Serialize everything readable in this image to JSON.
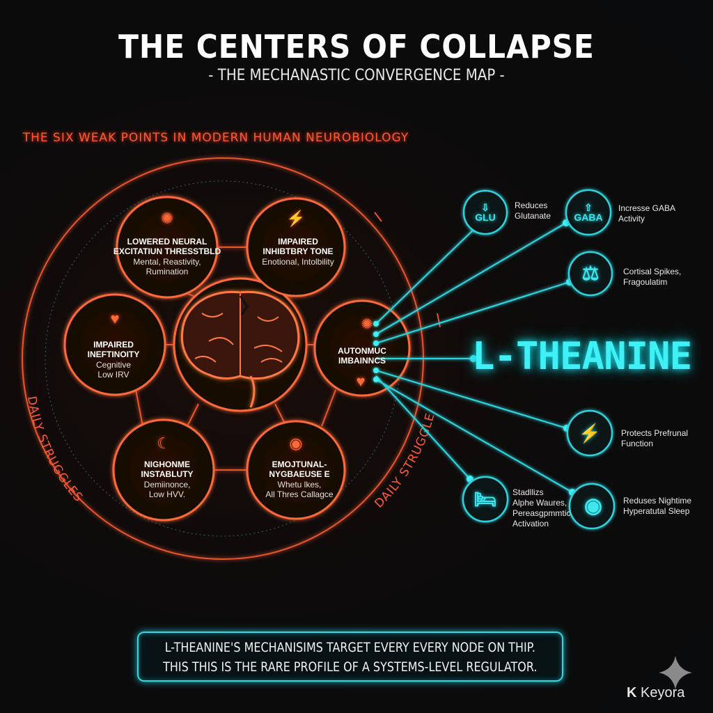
{
  "header": {
    "title": "THE CENTERS OF COLLAPSE",
    "subtitle": "- THE MECHANASTIC CONVERGENCE MAP -"
  },
  "ring": {
    "arc_label": "THE SIX WEAK POINTS IN MODERN HUMAN NEUROBIOLOGY",
    "side_label_left": "DAILY STRUGGLES",
    "side_label_right": "DAILY STRUGGLES"
  },
  "weak_points": [
    {
      "title1": "LOWERED NEURAL",
      "title2": "EXCITATIUN THRESSTBLD",
      "sub1": "Mental, Reastivity,",
      "sub2": "Rumination",
      "icon": "brain-icon"
    },
    {
      "title1": "IMPAIRED",
      "title2": "INHIBTBRY TONE",
      "sub1": "Enotional, Intolbility",
      "sub2": "",
      "icon": "shield-bolt-icon"
    },
    {
      "title1": "IMPAIRED",
      "title2": "INEFTINOITY",
      "sub1": "Cegnitive",
      "sub2": "Low IRV",
      "icon": "person-heart-icon"
    },
    {
      "title1": "AUTONMUC",
      "title2": "IMBAINNCS",
      "sub1": "",
      "sub2": "",
      "icon": "heart-icon"
    },
    {
      "title1": "NIGHONME",
      "title2": "INSTABLUTY",
      "sub1": "Demiinonce,",
      "sub2": "Low HVV.",
      "icon": "sleep-icon"
    },
    {
      "title1": "EMOJTUNAL-",
      "title2": "NYGBAEUSE E",
      "sub1": "Whetu lkes,",
      "sub2": "All Thres Callagce",
      "icon": "emotion-icon"
    }
  ],
  "center": {
    "icon": "brain-icon"
  },
  "supplement": {
    "name": "L-THEANINE"
  },
  "mechanisms": [
    {
      "glyph_top": "⇩",
      "glyph": "GLU",
      "line1": "Reduces",
      "line2": "Glutanate",
      "line3": "",
      "line4": "",
      "icon": "glutamate-down-icon"
    },
    {
      "glyph_top": "⇧",
      "glyph": "GABA",
      "line1": "Incresse GABA",
      "line2": "Activity",
      "line3": "",
      "line4": "",
      "icon": "gaba-up-icon"
    },
    {
      "glyph_top": "",
      "glyph": "⚖",
      "line1": "Cortisal Spikes,",
      "line2": "Fragoulatim",
      "line3": "",
      "line4": "",
      "icon": "scales-icon"
    },
    {
      "glyph_top": "",
      "glyph": "⚡",
      "line1": "Protects Prefrunal",
      "line2": "Function",
      "line3": "",
      "line4": "",
      "icon": "shield-bolt-icon"
    },
    {
      "glyph_top": "",
      "glyph": "🛏",
      "line1": "Stadllizs",
      "line2": "Alphe Waures,",
      "line3": "Pereasgpmmtic",
      "line4": "Activation",
      "icon": "bed-brain-icon"
    },
    {
      "glyph_top": "",
      "glyph": "◉",
      "line1": "Reduses Nightime",
      "line2": "Hyperatutal Sleep",
      "line3": "",
      "line4": "",
      "icon": "sound-wave-icon"
    }
  ],
  "footer": {
    "line1": "L-THEANINE'S MECHANISIMS TARGET EVERY EVERY NODE ON THIP.",
    "line2": "THIS THIS IS THE RARE PROFILE OF A SYSTEMS-LEVEL REGULATOR."
  },
  "brand": {
    "name": "Keyora",
    "mark": "K"
  },
  "colors": {
    "orange": "#ff6a3a",
    "cyan": "#35d6e0",
    "background": "#0b0b0c"
  }
}
